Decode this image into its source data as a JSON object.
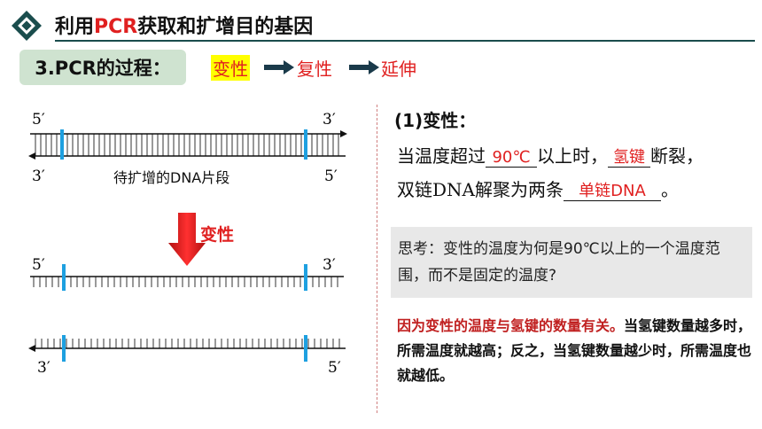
{
  "header": {
    "title_pre": "利用",
    "title_pcr": "PCR",
    "title_post": "获取和扩增目的基因"
  },
  "section": {
    "label": "3.PCR的过程："
  },
  "steps": [
    "变性",
    "复性",
    "延伸"
  ],
  "dna": {
    "five_prime": "5′",
    "three_prime": "3′",
    "fragment_caption": "待扩增的DNA片段",
    "denature_label": "变性"
  },
  "right": {
    "heading": "(1)变性：",
    "line1_pre": "当温度超过",
    "answer_temp": "90℃",
    "line1_mid": "以上时，",
    "answer_bond": "氢键",
    "line1_post": "断裂，",
    "line2_pre": "双链DNA解聚为两条",
    "answer_single": "单链DNA",
    "line2_post": "。",
    "think_text": "思考：变性的温度为何是90℃以上的一个温度范围，而不是固定的温度?",
    "answer_red": "因为变性的温度与氢键的数量有关。",
    "answer_rest": "当氢键数量越多时，所需温度就越高；反之，当氢键数量越少时，所需温度也就越低。"
  },
  "colors": {
    "accent_red": "#e02020",
    "highlight": "#ffff00",
    "label_bg": "#cfe3d0",
    "header_dark": "#1a4d4d",
    "marker_blue": "#1ea0e0",
    "think_bg": "#e8e8e8"
  }
}
